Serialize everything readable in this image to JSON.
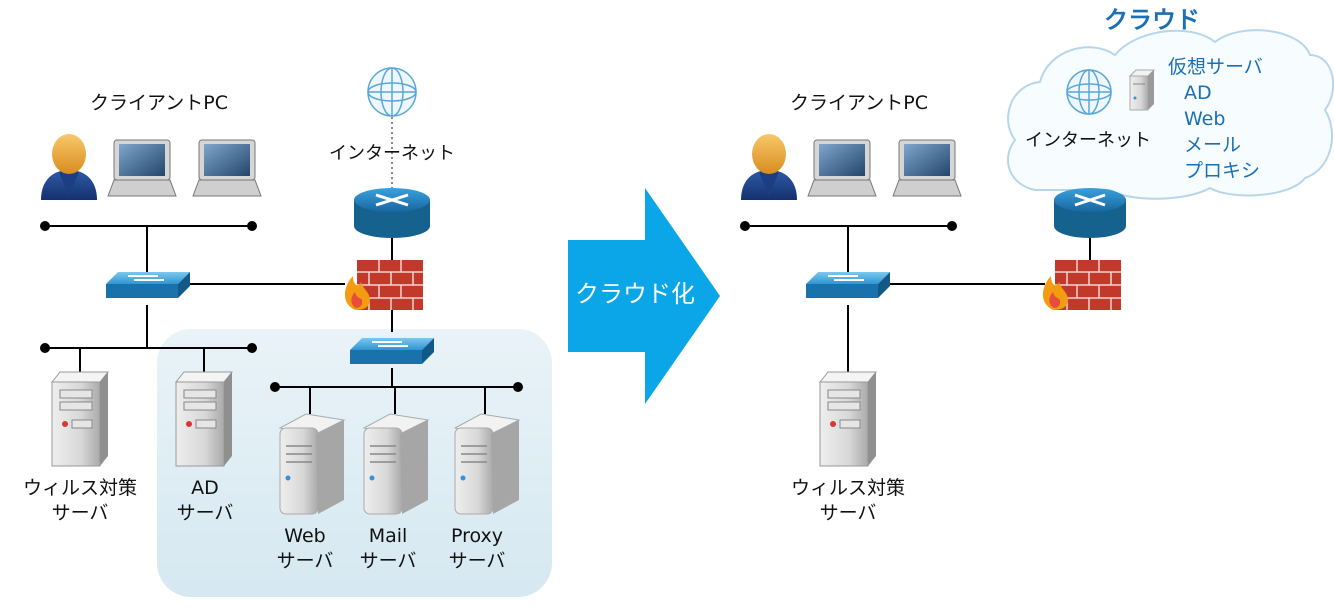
{
  "before": {
    "client_label": "クライアントPC",
    "internet_label": "インターネット",
    "servers": [
      {
        "name": "ウィルス対策",
        "role": "サーバ"
      },
      {
        "name": "AD",
        "role": "サーバ"
      },
      {
        "name": "Web",
        "role": "サーバ"
      },
      {
        "name": "Mail",
        "role": "サーバ"
      },
      {
        "name": "Proxy",
        "role": "サーバ"
      }
    ]
  },
  "arrow": {
    "label": "クラウド化"
  },
  "after": {
    "client_label": "クライアントPC",
    "cloud": {
      "title": "クラウド",
      "internet_label": "インターネット",
      "virtual_server_label": "仮想サーバ",
      "services": [
        "AD",
        "Web",
        "メール",
        "プロキシ"
      ]
    },
    "server": {
      "name": "ウィルス対策",
      "role": "サーバ"
    }
  },
  "colors": {
    "arrow": "#0aa6e8",
    "cloud_text": "#1a6fb5",
    "highlight_bg": "#e4f0f6",
    "router": "#1f86c7",
    "firewall": "#c0392b"
  },
  "icons": [
    "user-icon",
    "laptop-icon",
    "globe-icon",
    "router-icon",
    "switch-icon",
    "firewall-icon",
    "server-icon",
    "cloud-icon"
  ]
}
